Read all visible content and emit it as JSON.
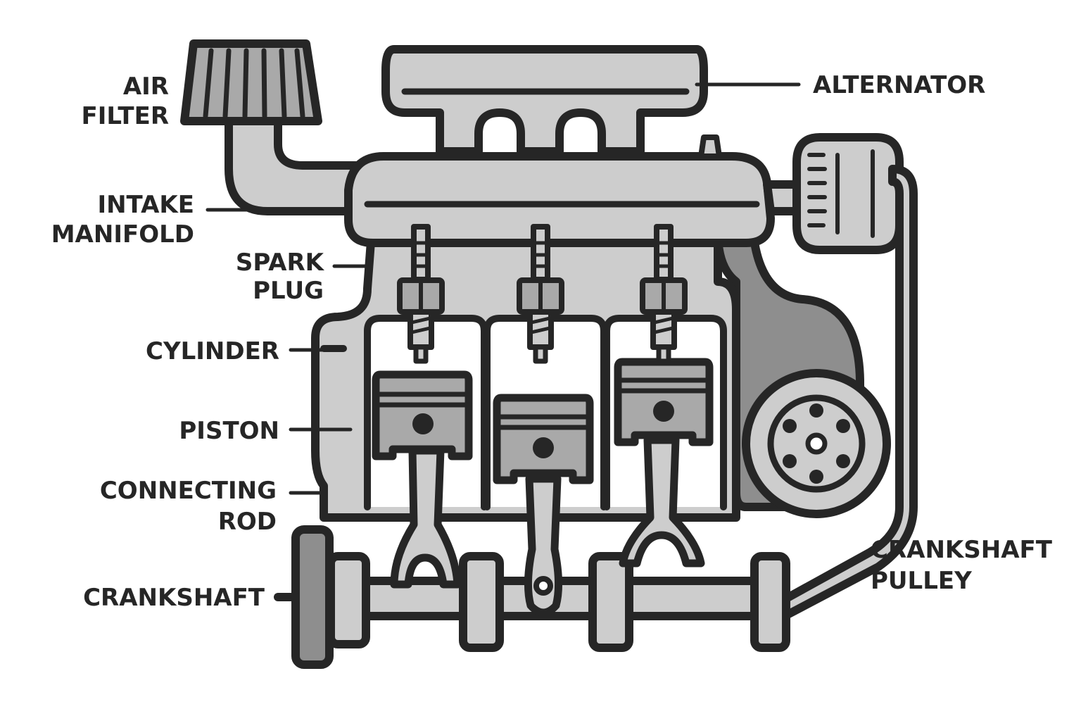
{
  "labels": {
    "air_filter": [
      "AIR",
      "FILTER"
    ],
    "intake_manifold": [
      "INTAKE",
      "MANIFOLD"
    ],
    "spark_plug": [
      "SPARK",
      "PLUG"
    ],
    "cylinder": [
      "CYLINDER"
    ],
    "piston": [
      "PISTON"
    ],
    "connecting_rod": [
      "CONNECTING",
      "ROD"
    ],
    "crankshaft": [
      "CRANKSHAFT"
    ],
    "alternator": [
      "ALTERNATOR"
    ],
    "crankshaft_pulley": [
      "CRANKSHAFT",
      "PULLEY"
    ]
  },
  "colors": {
    "outline": "#262626",
    "light_gray": "#cdcdcd",
    "mid_gray": "#a9a9a9",
    "dark_gray": "#8e8e8e",
    "background": "#ffffff"
  }
}
